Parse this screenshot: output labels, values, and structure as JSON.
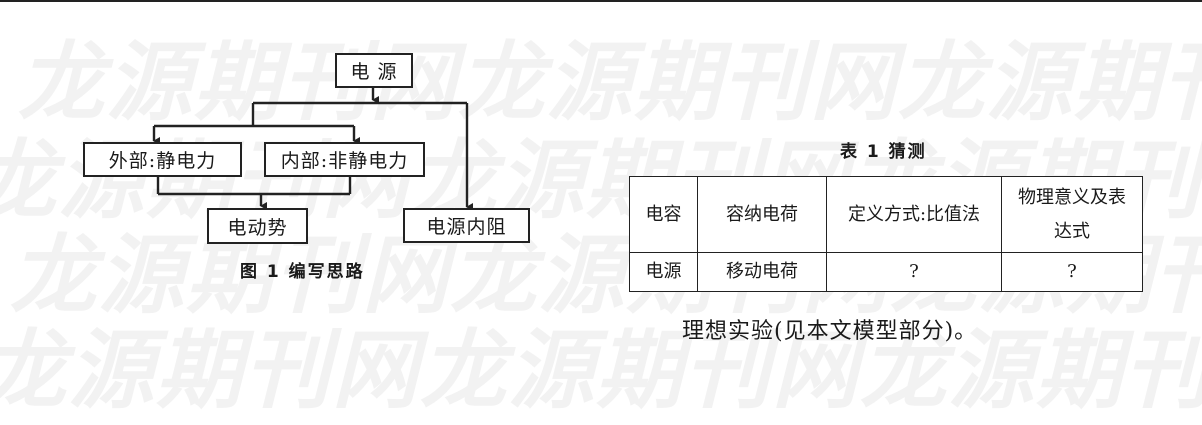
{
  "watermark": {
    "text": "龙源期刊网龙源期刊网龙源期刊网"
  },
  "figure": {
    "nodes": {
      "source": "电 源",
      "external": "外部:静电力",
      "internal": "内部:非静电力",
      "emf": "电动势",
      "resistance": "电源内阻"
    },
    "caption": "图 1  编写思路"
  },
  "table": {
    "caption": "表 1  猜测",
    "rows": [
      [
        "电容",
        "容纳电荷",
        "定义方式:比值法",
        "物理意义及表达式"
      ],
      [
        "电源",
        "移动电荷",
        "?",
        "?"
      ]
    ]
  },
  "note": "理想实验(见本文模型部分)。"
}
